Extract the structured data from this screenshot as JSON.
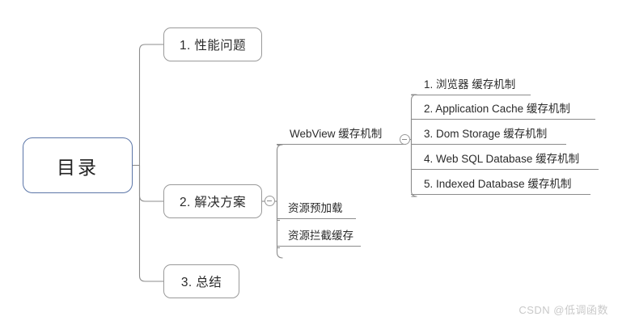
{
  "document": {
    "type": "mind-map",
    "background_color": "#ffffff"
  },
  "root": {
    "label": "目录",
    "border_color": "#5c76a8"
  },
  "level2": [
    {
      "label": "1. 性能问题",
      "has_toggle": false
    },
    {
      "label": "2. 解决方案",
      "has_toggle": true,
      "toggle_state": "expanded",
      "toggle_icon": "minus-circle-icon"
    },
    {
      "label": "3. 总结",
      "has_toggle": false
    }
  ],
  "level3": [
    {
      "label": "WebView 缓存机制",
      "has_toggle": true,
      "toggle_state": "expanded",
      "toggle_icon": "minus-circle-icon"
    },
    {
      "label": "资源预加载",
      "has_toggle": false
    },
    {
      "label": "资源拦截缓存",
      "has_toggle": false
    }
  ],
  "level4": [
    {
      "label": "1. 浏览器 缓存机制"
    },
    {
      "label": "2. Application Cache 缓存机制"
    },
    {
      "label": "3. Dom Storage 缓存机制"
    },
    {
      "label": "4. Web SQL Database 缓存机制"
    },
    {
      "label": "5. Indexed Database 缓存机制"
    }
  ],
  "watermark": {
    "text": "CSDN @低调函数",
    "color": "#c9c9c9"
  },
  "colors": {
    "line": "#8c8c8c",
    "node_border": "#9a9a9a",
    "root_border": "#5c76a8",
    "text": "#2b2b2b"
  }
}
